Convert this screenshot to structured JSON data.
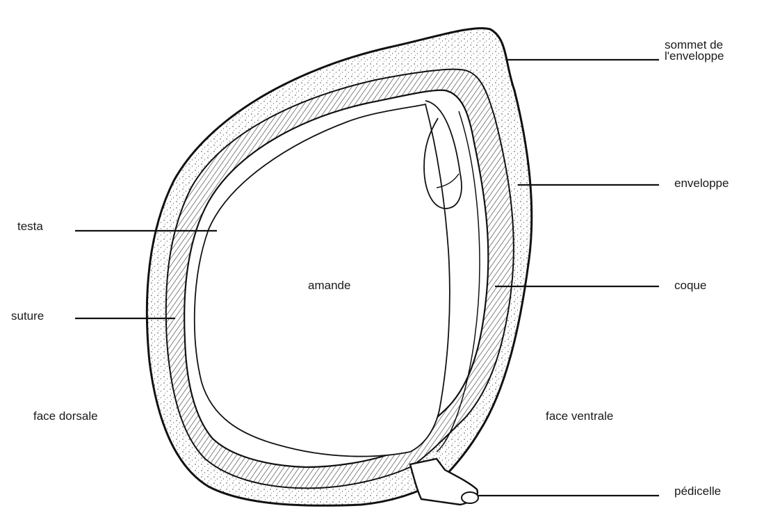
{
  "caption": "",
  "labels": {
    "sommet_line1": "sommet de",
    "sommet_line2": "l'enveloppe",
    "enveloppe": "enveloppe",
    "coque": "coque",
    "pedicelle": "pédicelle",
    "testa": "testa",
    "suture": "suture",
    "amande": "amande",
    "face_dorsale": "face dorsale",
    "face_ventrale": "face ventrale"
  }
}
